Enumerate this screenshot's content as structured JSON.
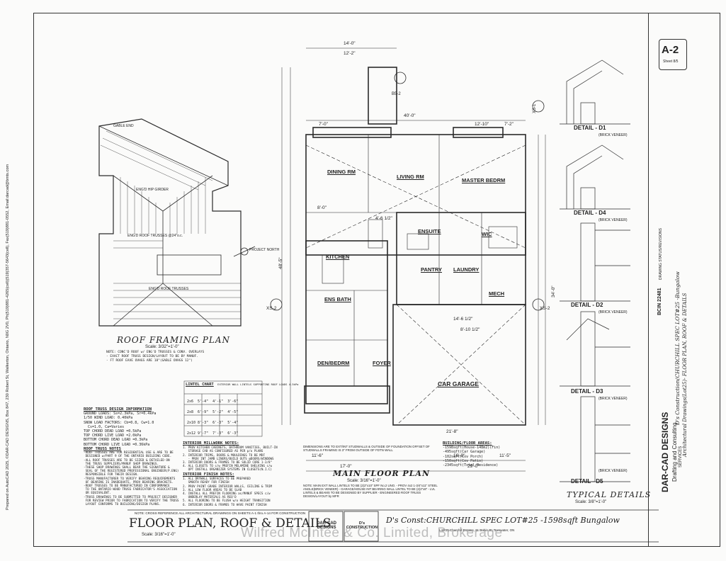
{
  "roof_plan": {
    "title": "ROOF FRAMING PLAN",
    "scale": "Scale: 3/32\"=1'-0\"",
    "note": "NOTE: CONC'D ROOF w/ ENG'D TRUSSES & CONV. OVERLAYS\n- EXACT ROOF TRUSS DESIGN/LAYOUT TO BE BY MANUF.\n- FT ROOF EAVE OVHGS ARE 18\"(GABLE OVHGS 12\")",
    "labels": [
      "ENG'D ROOF TRUSSES",
      "ENG'D ROOF TRUSSES @24\"o.c.",
      "ENG'D HIP GIRDER",
      "GABLE END",
      "PROJECT NORTH"
    ]
  },
  "main_plan": {
    "title": "MAIN FLOOR PLAN",
    "scale": "Scale: 3/16\"=1'-0\"",
    "rooms": [
      "DINING RM",
      "LIVING RM",
      "MASTER BEDRM",
      "KITCHEN",
      "ENSUITE",
      "WIC",
      "PANTRY",
      "LAUNDRY",
      "MECH",
      "ENS BATH",
      "DEN/BEDRM",
      "FOYER",
      "CAR GARAGE"
    ],
    "dims": [
      "14'-0\"",
      "12'-2\"",
      "40'-0\"",
      "7'-0\"",
      "12'-10\"",
      "7'-2\"",
      "8'-0\"",
      "4'-6 1/2\"",
      "14'-6 1/2\"",
      "8'-10 1/2\"",
      "11'-6\"",
      "21'-8\"",
      "16'-0\"",
      "29'-0\"",
      "17'-0\"",
      "11'-5\"",
      "48'-5\"",
      "34'-0\""
    ],
    "section_marks": [
      "B5-2",
      "XS-1",
      "XS-2",
      "XS-2"
    ],
    "areas_title": "BUILDING/FLOOR AREAS:",
    "areas": [
      "-1598sqft(House-148m2)(Fin)",
      "-495sqft(Car Garage)",
      "-102sqft(Cov Porch)",
      "-150sqft(Cov Patio)",
      "-2345sqft(Total Residence)"
    ],
    "dims_note": "DIMENSIONS ARE TO EXT/INT STUDWALLS & OUTSIDE OF FOUNDATION OFFSET OF STUDWALLS FRAMING IS 3\" FROM OUTSIDE OF FDTN WALL",
    "wall_note": "NOTE: MAIN EXT WALL LINTELS TO BE (2)2\"x10\" SPF No.2 UNO. - PROV 4x2 1-3/4\"x11\" STEEL ANGLE(BRICK VENEER) - GARAGE/HOUSE INT BEARING WALL LINTEL TO BE (2)2\"x8\" - LVL LINTELS & BEAMS TO BE DESIGNED BY SUPPLIER - ENGINEERED ROOF TRUSS DESIGN/LAYOUT by MFR"
  },
  "typical": {
    "title": "TYPICAL DETAILS",
    "scale": "Scale: 3/8\"=1'-0\"",
    "details": [
      "DETAIL - D1",
      "DETAIL - D4",
      "DETAIL - D2",
      "DETAIL - D3",
      "DETAIL - D5"
    ],
    "detail_subs": [
      "(BRICK VENEER)",
      "(BRICK VENEER)",
      "(BRICK VENEER)",
      "(BRICK VENEER)",
      "(BRICK VENEER)"
    ]
  },
  "notes": {
    "roof_truss_title": "ROOF TRUSS DESIGN INFORMATION",
    "roof_truss": [
      "GROUND LOADS: Ss=2.3kPa, Sr=0.4kPa",
      "1/50 WIND LOAD: 0.40kPa",
      "SNOW LOAD FACTORS: Cb=0.8, Cw=1.0",
      "  Cs=1.0, Ca=Varies",
      "TOP CHORD DEAD LOAD =0.5kPa",
      "TOP CHORD LIVE LOAD =2.0kPa",
      "BOTTOM CHORD DEAD LOAD =0.3kPa",
      "BOTTOM CHORD LIVE LOAD =0.36kPa"
    ],
    "truss_notes_title": "ROOF TRUSS NOTES",
    "truss_notes": [
      "-ROOF TRUSSES ARE FOR RESIDENTIAL USE & ARE TO BE",
      " DESIGNED w/PART 9 OF THE ONTARIO BUILDING CODE.",
      "-ALL ROOF TRUSSES ARE TO BE SIZED & DETAILED ON",
      " THE TRUSS SUPPLIERS/MANUF SHOP DRAWINGS.",
      "-THESE SHOP DRAWINGS SHALL BEAR THE SIGNATURE &",
      " SEAL OF THE REGISTERED PROFESSIONAL ENGINEER(P.ENG)",
      " RESPONSIBLE FOR THEIR DESIGN.",
      "-TRUSS MANUFACTURER TO VERIFY BEARING REQUIREMENTS",
      " OF BEARING IS INADEQUATE, PROV BEARING BRACKETS.",
      "-ROOF TRUSSES TO BE MANUFACTURED IN CONFORMANCE",
      " TO THE ONTARIO WOOD TRUSS FABRICATOR'S ASSOCIATION",
      " OR EQUIVALENT.",
      "-TRUSS DRAWINGS TO BE SUBMITTED TO PROJECT DESIGNER",
      " FOR REVIEW PRIOR TO FABRICATION TO VERIFY THE TRUSS",
      " LAYOUT CONFORMS TO BUILDING/DESIGN PLANS."
    ],
    "lintel_title": "LINTEL CHART",
    "lintel_sub": "EXTERIOR WALL LINTELS SUPPORTING ROOF LOADS 4.5kPa",
    "lintel_rows": [
      "2x6  5'-4\"  4'-1\"  3'-6\"",
      "2x8  6'-9\"  5'-2\"  4'-5\"",
      "2x10 8'-3\"  6'-3\"  5'-4\"",
      "2x12 9'-7\"  7'-3\"  6'-3\""
    ],
    "millwork_title": "INTERIOR MILLWORK NOTES:",
    "millwork": [
      "1. PROV KITCHEN CABINETS, BATHROOM VANITIES, BUILT-IN",
      "   STORAGE CAB AS CONFIGURED AS PER p/o PLANS",
      "2. INTERIOR TRIMS, DOORS & MOULDINGS TO BE MDF",
      "   - PROV INT JAMB LINERS/BUILD OUTS @DOORS/WINDOWS",
      "3. INTERIOR DOORS & FRAMES TO BE SOLID CORE 1-3/8\"",
      "4. ALL CLOSETS TO c/w PREFIN MELAMINE SHELVING c/w",
      "   OPT INSTALL ORGANIZER SYSTEMS IN CLOSETS(N.I.C)"
    ],
    "finish_title": "INTERIOR FINISH NOTES:",
    "finish": [
      "1. ALL DRYWALL SURFACES TO BE PREPARED",
      "   SMOOTH READY FOR FINISH",
      "2. PROV PAINT GRADE INTERIOR WALLS, CEILING & TRIM",
      "3. ALL LOW FLOOR AREAS TO BE SLAB",
      "4. INSTALL ALL PREFIN FLOORING as/MANUF SPECS c/w",
      "   UNDERLAY MATERIALS AS REQ'D",
      "5. ALL FLOORING TO BE FLUSH w/o HEIGHT TRANSITION",
      "6. INTERIOR DOORS & FRAMES TO HAVE PAINT FINISH"
    ]
  },
  "sheet": {
    "main_title": "FLOOR PLAN, ROOF & DETAILS",
    "main_scale": "Scale: 3/16\"=1'-0\"",
    "project": "D's Const:CHURCHILL SPEC LOT#25 -1598sqft Bungalow",
    "project_sub": "Lot#25 Churchill Estates, 11 Robin St, Teeswater, ON",
    "cross_ref": "NOTE: CROSS REFERENCE ALL ARCHITECTURAL DRAWINGS ON SHEETS A-1 thru A-14 FOR CONSTRUCTION",
    "construction_logo": "D's CONSTRUCTION",
    "darcad_logo": "DAR-CAD DESIGNS",
    "sheet_no": "A-2",
    "sheet_of": "Sheet 8/5",
    "title_block_firm": "DAR-CAD DESIGNS",
    "title_block_sub": "Drafting and Consulting",
    "title_block_services": "SERVICES",
    "project_v": "D's Construction(CHURCHILL SPEC LOT#25 -Bungalow",
    "drawing_v": "Architectural Drawings(Lot25)- FLOOR PLAN, ROOF & DETAILS",
    "bcin": "BCIN 22481",
    "revisions_title": "DRAWING STATUS/REVISIONS",
    "prepared": "Prepared on AutoCAD 2025, ©DAR-CAD DESIGNS, Box 847, 230 Robert St, Walkerton, Ontario, N0G 2V0, Ph(519)881-4265(cell)(519)357-5643(cell), Fax(519)881-0552, Email:darcad@bmts.com",
    "watermark": "Wilfred McIntee & Co. Limited, Brokerage"
  },
  "colors": {
    "line": "#2a2a2a",
    "paper": "#fbfbfa",
    "watermark": "#8c8c8c"
  }
}
